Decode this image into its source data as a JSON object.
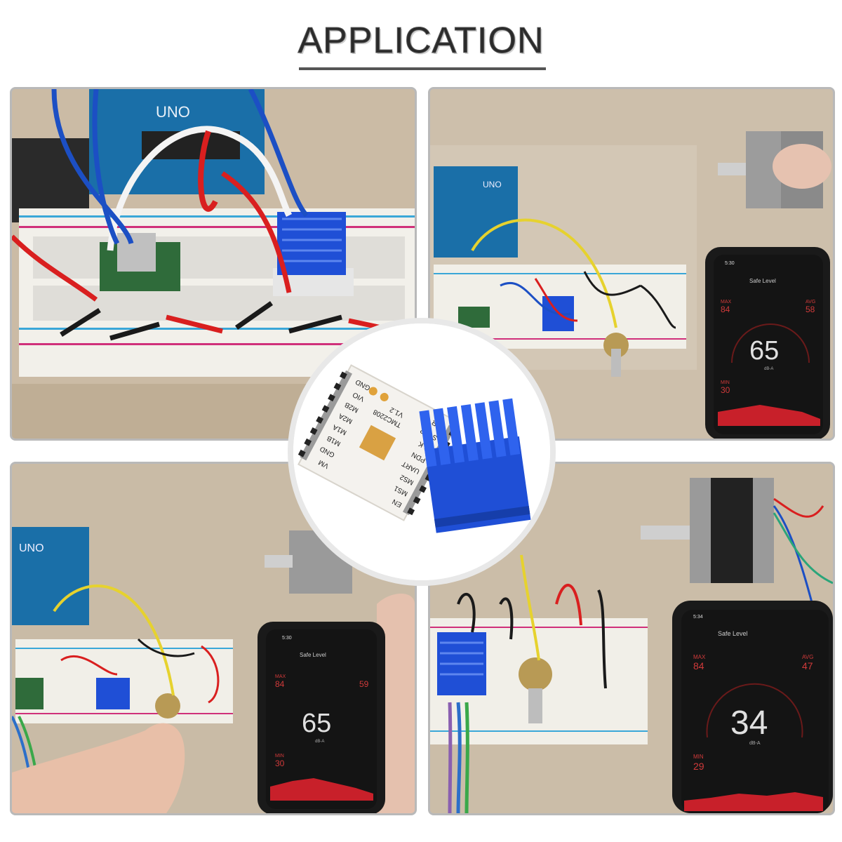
{
  "heading": {
    "text": "APPLICATION"
  },
  "board_labels": {
    "arduino": "UNO",
    "pins_left": [
      "EN",
      "MS1",
      "MS2",
      "UART",
      "PDN",
      "CLK",
      "STEP",
      "DIR"
    ],
    "pins_right": [
      "VM",
      "GND",
      "M1B",
      "M1A",
      "M2A",
      "M2B",
      "VIO",
      "GND"
    ],
    "chip": "TMC2208",
    "version": "V1.2"
  },
  "phone_top_right": {
    "time": "5:30",
    "screen_title": "Safe Level",
    "max_label": "MAX",
    "max_value": "84",
    "avg_label": "AVG",
    "avg_value": "58",
    "reading": "65",
    "unit": "dB-A",
    "min_label": "MIN",
    "min_value": "30"
  },
  "phone_bottom_left": {
    "time": "5:30",
    "screen_title": "Safe Level",
    "max_label": "MAX",
    "max_value": "84",
    "avg_value": "59",
    "reading": "65",
    "unit": "dB-A",
    "min_label": "MIN",
    "min_value": "30"
  },
  "phone_bottom_right": {
    "time": "5:34",
    "screen_title": "Safe Level",
    "max_label": "MAX",
    "max_value": "84",
    "avg_label": "AVG",
    "avg_value": "47",
    "reading": "34",
    "unit": "dB-A",
    "min_label": "MIN",
    "min_value": "29"
  },
  "colors": {
    "heatsink": "#1f4fd6",
    "pcb_green": "#2f6b3a",
    "arduino": "#1a6fa8",
    "wire_red": "#d91f1f",
    "wire_blue": "#1c4fc4",
    "wire_yellow": "#e6d22e",
    "graph_red": "#c8202a"
  }
}
